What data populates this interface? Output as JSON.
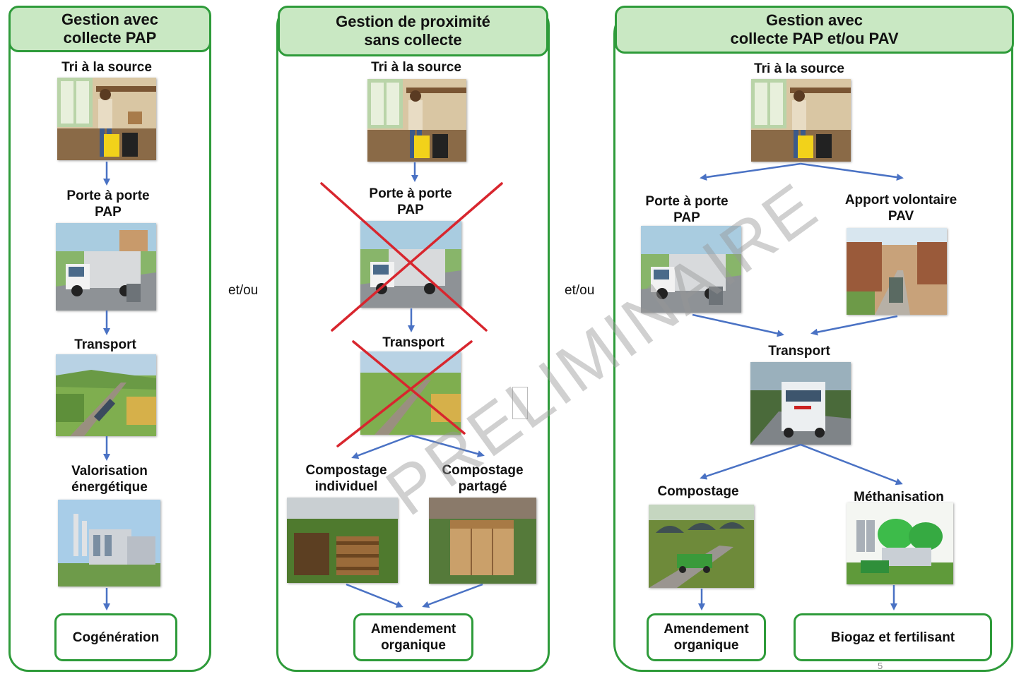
{
  "columns": [
    {
      "title_l1": "Gestion avec",
      "title_l2": "collecte PAP",
      "steps": {
        "tri": "Tri à la source",
        "pap_l1": "Porte à porte",
        "pap_l2": "PAP",
        "transport": "Transport",
        "valo_l1": "Valorisation",
        "valo_l2": "énergétique"
      },
      "final": "Cogénération"
    },
    {
      "title_l1": "Gestion de proximité",
      "title_l2": "sans collecte",
      "steps": {
        "tri": "Tri à la source",
        "pap_l1": "Porte à porte",
        "pap_l2": "PAP",
        "transport": "Transport",
        "comp_ind_l1": "Compostage",
        "comp_ind_l2": "individuel",
        "comp_par_l1": "Compostage",
        "comp_par_l2": "partagé"
      },
      "final_l1": "Amendement",
      "final_l2": "organique"
    },
    {
      "title_l1": "Gestion avec",
      "title_l2": "collecte PAP et/ou PAV",
      "steps": {
        "tri": "Tri à la source",
        "pap_l1": "Porte à porte",
        "pap_l2": "PAP",
        "pav_l1": "Apport volontaire",
        "pav_l2": "PAV",
        "transport": "Transport",
        "compostage": "Compostage",
        "metha": "Méthanisation"
      },
      "final1_l1": "Amendement",
      "final1_l2": "organique",
      "final2": "Biogaz et fertilisant"
    }
  ],
  "separator": "et/ou",
  "watermark": "PRELIMINAIRE",
  "page_number": "5",
  "colors": {
    "green": "#2e9b3a",
    "header_fill": "#c9e8c3",
    "arrow": "#4a72c4",
    "cross": "#d8262e"
  }
}
